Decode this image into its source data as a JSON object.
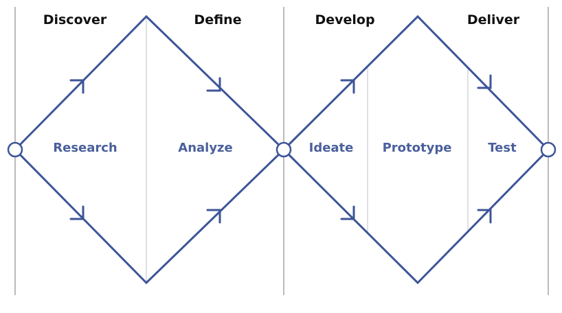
{
  "phases": [
    {
      "label": "Discover"
    },
    {
      "label": "Define"
    },
    {
      "label": "Develop"
    },
    {
      "label": "Deliver"
    }
  ],
  "steps": [
    {
      "label": "Research"
    },
    {
      "label": "Analyze"
    },
    {
      "label": "Ideate"
    },
    {
      "label": "Prototype"
    },
    {
      "label": "Test"
    }
  ],
  "colors": {
    "diamond": "#3d5598",
    "step_text": "#4a5f9c",
    "phase_text": "#111111",
    "divider": "#8e8e8e",
    "subdivider": "#c9cbd3",
    "node_fill": "#ffffff"
  }
}
